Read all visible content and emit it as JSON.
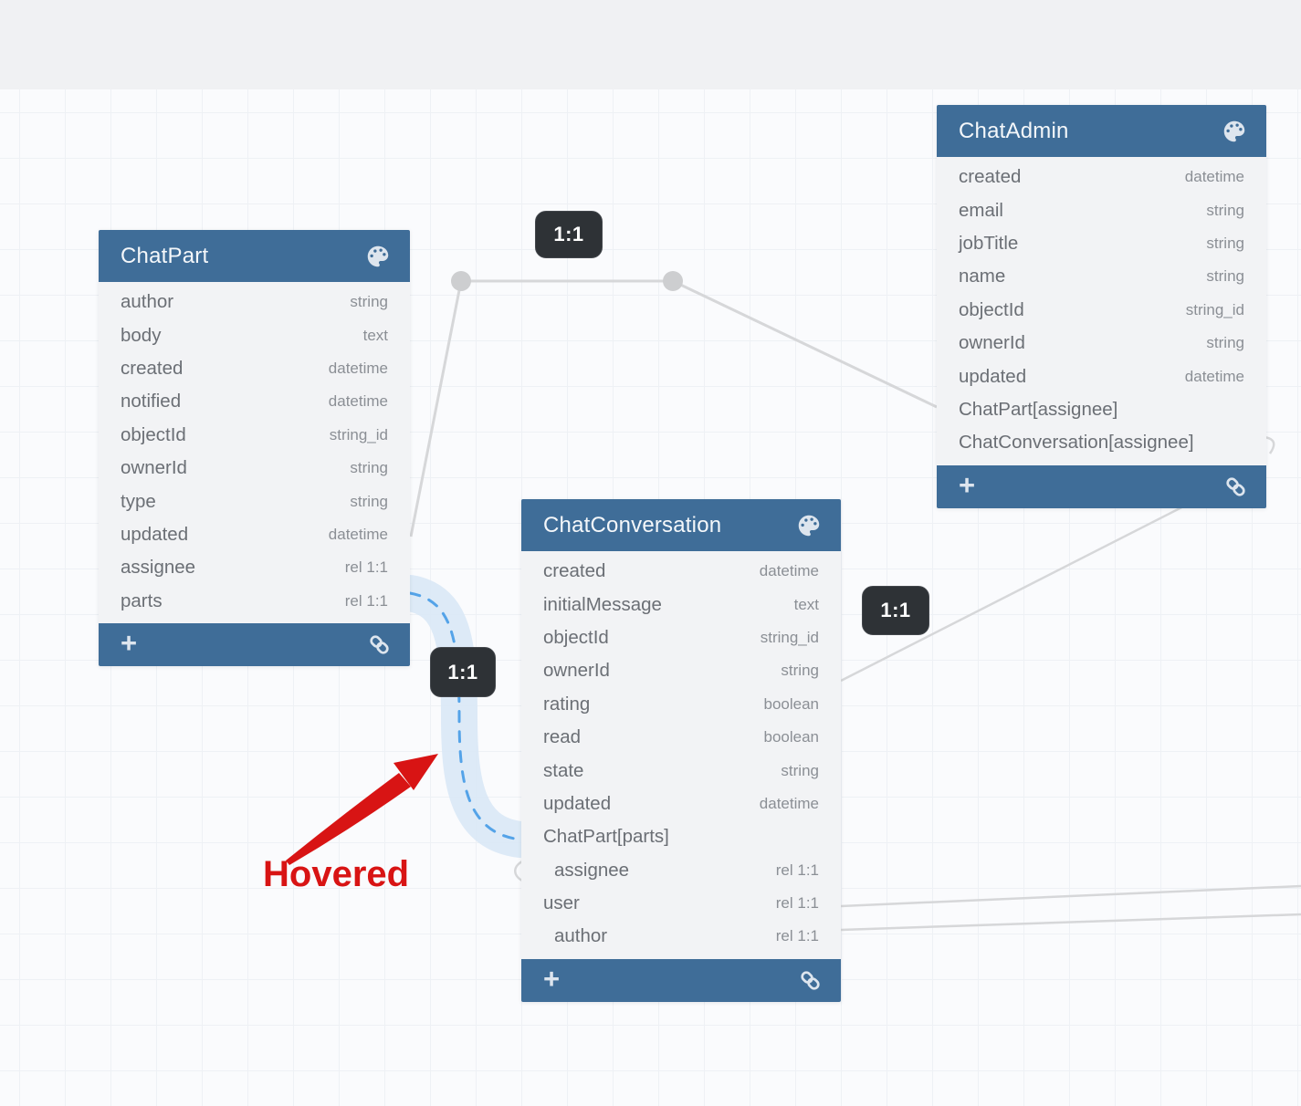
{
  "colors": {
    "topbar_bg": "#f0f1f3",
    "canvas_bg": "#fafbfd",
    "grid_line": "#eef1f5",
    "header_bg": "#3f6d98",
    "header_text": "#f4f7fa",
    "table_bg": "#f2f3f5",
    "field_name": "#6b6f75",
    "field_type": "#8b8f95",
    "footer_icon": "#dde5ee",
    "edge": "#d6d7d9",
    "node_dot": "#cdced0",
    "badge_bg": "#2e3236",
    "badge_text": "#ffffff",
    "hover_line": "#54a3e8",
    "hover_glow": "#d9e8f6",
    "annotation": "#d81414"
  },
  "footer": {
    "add_label": "+"
  },
  "icons": {
    "header_action": "palette-icon",
    "footer_add": "plus-icon",
    "footer_link": "link-icon"
  },
  "tables": [
    {
      "name": "ChatPart",
      "fields": [
        {
          "name": "author",
          "type": "string"
        },
        {
          "name": "body",
          "type": "text"
        },
        {
          "name": "created",
          "type": "datetime"
        },
        {
          "name": "notified",
          "type": "datetime"
        },
        {
          "name": "objectId",
          "type": "string_id"
        },
        {
          "name": "ownerId",
          "type": "string"
        },
        {
          "name": "type",
          "type": "string"
        },
        {
          "name": "updated",
          "type": "datetime"
        },
        {
          "name": "assignee",
          "type": "rel 1:1"
        },
        {
          "name": "parts",
          "type": "rel 1:1"
        }
      ]
    },
    {
      "name": "ChatConversation",
      "fields": [
        {
          "name": "created",
          "type": "datetime"
        },
        {
          "name": "initialMessage",
          "type": "text"
        },
        {
          "name": "objectId",
          "type": "string_id"
        },
        {
          "name": "ownerId",
          "type": "string"
        },
        {
          "name": "rating",
          "type": "boolean"
        },
        {
          "name": "read",
          "type": "boolean"
        },
        {
          "name": "state",
          "type": "string"
        },
        {
          "name": "updated",
          "type": "datetime"
        },
        {
          "name": "ChatPart[parts]",
          "type": "",
          "group": true
        },
        {
          "name": "assignee",
          "type": "rel 1:1",
          "indent": true
        },
        {
          "name": "user",
          "type": "rel 1:1"
        },
        {
          "name": "author",
          "type": "rel 1:1",
          "indent": true
        }
      ]
    },
    {
      "name": "ChatAdmin",
      "fields": [
        {
          "name": "created",
          "type": "datetime"
        },
        {
          "name": "email",
          "type": "string"
        },
        {
          "name": "jobTitle",
          "type": "string"
        },
        {
          "name": "name",
          "type": "string"
        },
        {
          "name": "objectId",
          "type": "string_id"
        },
        {
          "name": "ownerId",
          "type": "string"
        },
        {
          "name": "updated",
          "type": "datetime"
        },
        {
          "name": "ChatPart[assignee]",
          "type": "",
          "group": true
        },
        {
          "name": "ChatConversation[assignee]",
          "type": "",
          "group": true
        }
      ]
    }
  ],
  "badges": [
    {
      "label": "1:1"
    },
    {
      "label": "1:1"
    },
    {
      "label": "1:1"
    }
  ],
  "annotation": {
    "label": "Hovered"
  }
}
